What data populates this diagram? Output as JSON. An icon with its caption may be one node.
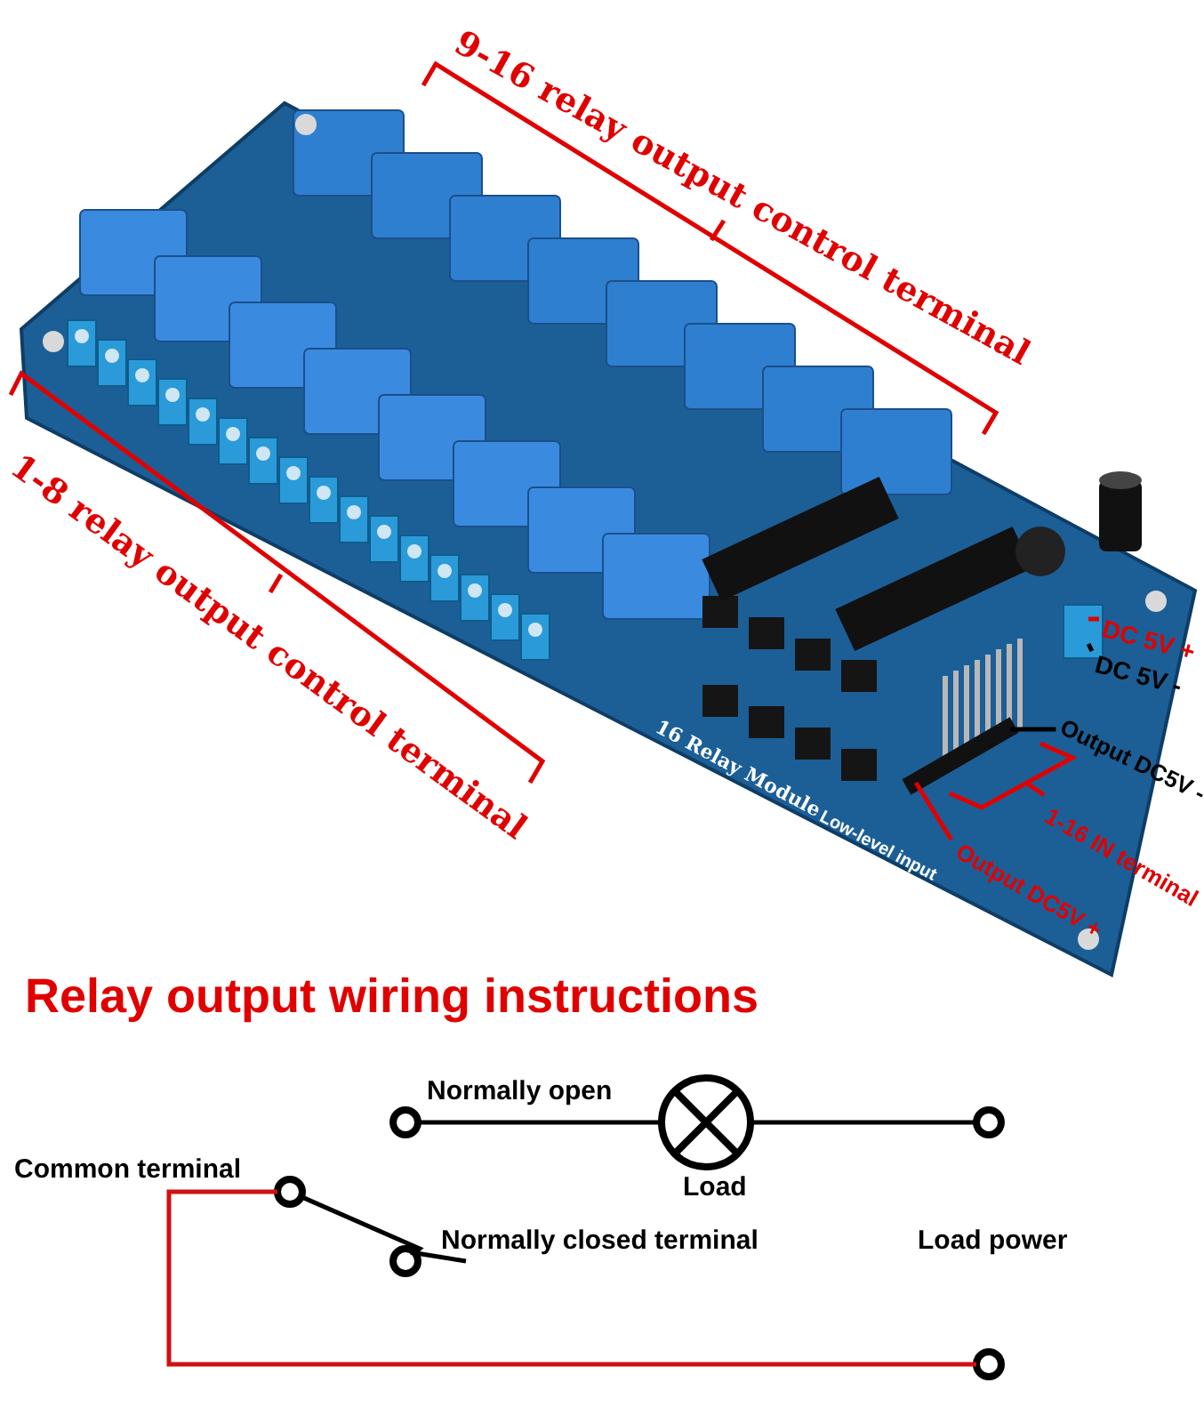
{
  "diagram": {
    "title": "Relay output wiring instructions",
    "nodes": [
      {
        "text": [
          "DC 5V +"
        ]
      },
      {
        "text": [
          "DC 5V -"
        ]
      },
      {
        "text": [
          "Output DC5V -"
        ]
      },
      {
        "text": [
          "Output DC5V +"
        ]
      },
      {
        "text": [],
        "shape": "circle",
        "beside": [
          "Normally open"
        ]
      },
      {
        "text": [],
        "shape": "circle",
        "beside": [
          "Load"
        ]
      },
      {
        "text": [],
        "shape": "circle"
      },
      {
        "text": [],
        "shape": "circle",
        "beside": [
          "Common terminal"
        ]
      },
      {
        "text": [],
        "shape": "circle",
        "beside": [
          "Normally closed terminal"
        ]
      },
      {
        "text": [],
        "shape": "circle"
      },
      {
        "text": [],
        "shape": "bar"
      },
      {
        "text": [],
        "shape": "box"
      }
    ],
    "edges": [
      {
        "from": 0,
        "to": 11,
        "arrow": "none",
        "color": "#e00000"
      },
      {
        "from": 1,
        "to": 11,
        "arrow": "none"
      },
      {
        "from": 2,
        "to": 10,
        "arrow": "none"
      },
      {
        "from": 3,
        "to": 10,
        "arrow": "none",
        "color": "#e00000"
      },
      {
        "from": 4,
        "to": 5,
        "arrow": "none"
      },
      {
        "from": 5,
        "to": 6,
        "arrow": "none"
      },
      {
        "from": 7,
        "to": 8,
        "arrow": "none"
      },
      {
        "from": 7,
        "to": 9,
        "arrow": "none",
        "color": "#d01010"
      }
    ],
    "labels": [
      "9-16 relay output control terminal",
      "1-8 relay output control terminal",
      "1-16 IN terminal",
      "16 Relay Module",
      "Low-level input",
      "Load power"
    ]
  }
}
